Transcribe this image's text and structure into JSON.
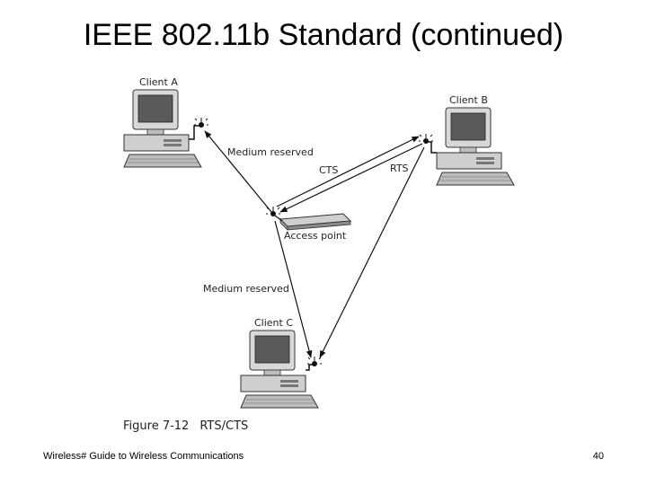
{
  "slide": {
    "title": "IEEE 802.11b Standard (continued)",
    "footer_left": "Wireless# Guide to Wireless Communications",
    "page_number": "40"
  },
  "diagram": {
    "nodes": {
      "client_a": "Client A",
      "client_b": "Client B",
      "client_c": "Client C",
      "access_point": "Access point"
    },
    "edge_labels": {
      "medium_reserved_top": "Medium reserved",
      "cts": "CTS",
      "rts": "RTS",
      "medium_reserved_left": "Medium reserved"
    },
    "figure_number": "Figure 7-12",
    "figure_caption": "RTS/CTS"
  }
}
